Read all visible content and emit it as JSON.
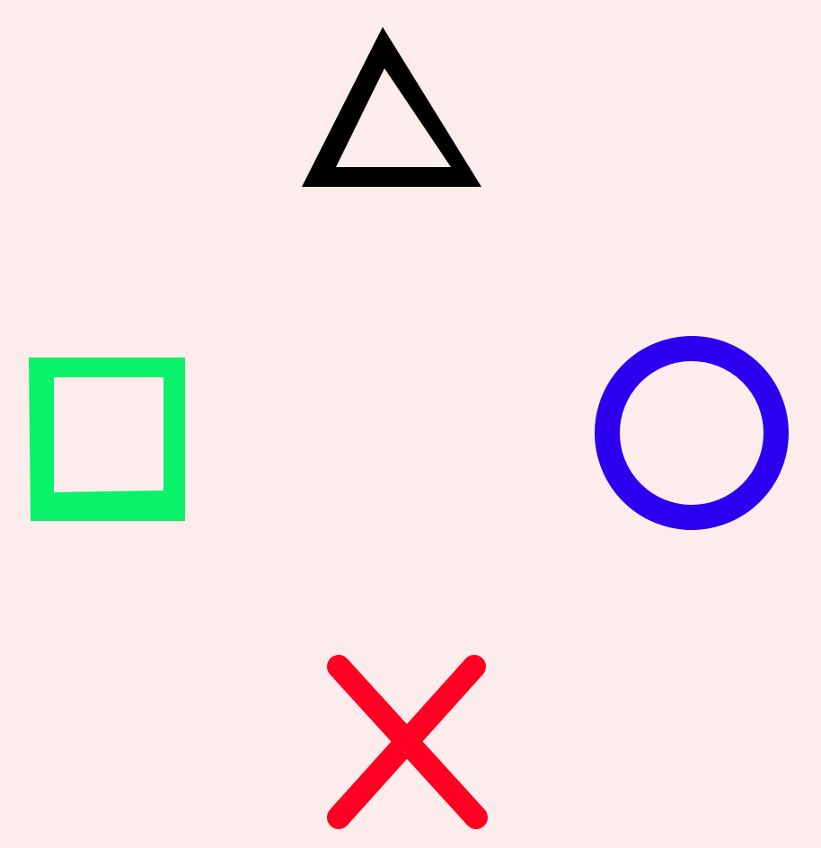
{
  "background": "#fdecec",
  "symbols": [
    {
      "name": "triangle",
      "color": "#000000"
    },
    {
      "name": "square",
      "color": "#0af26a"
    },
    {
      "name": "circle",
      "color": "#2c00ee"
    },
    {
      "name": "cross",
      "color": "#ff0022"
    }
  ]
}
